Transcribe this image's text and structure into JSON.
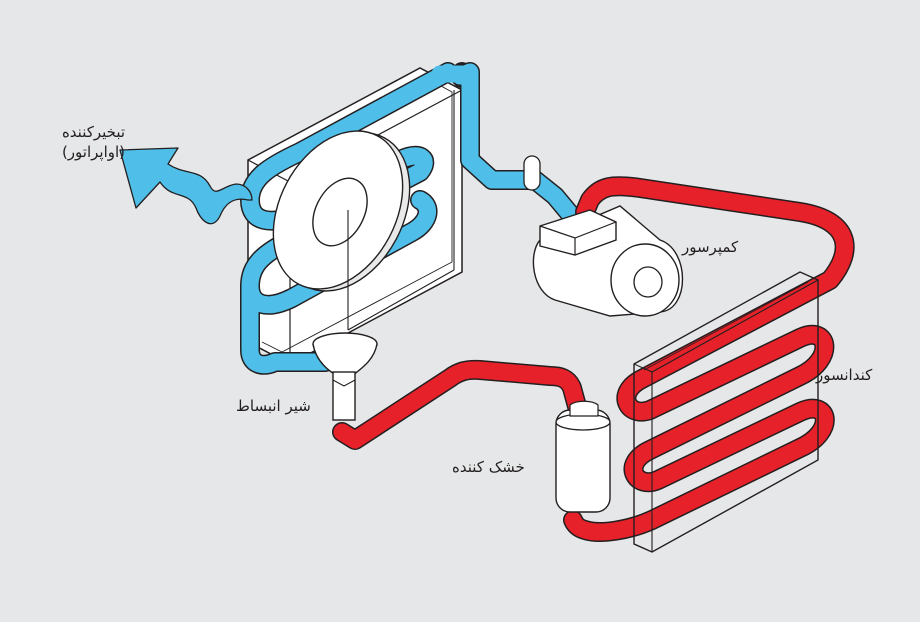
{
  "labels": {
    "evaporator": "تبخیرکننده",
    "evaporator_alt": "(اواپراتور)",
    "compressor": "کمپرسور",
    "condenser": "کندانسور",
    "expansion_valve": "شیر انبساط",
    "dryer": "خشک کننده"
  },
  "colors": {
    "background": "#e6e7e8",
    "cold_line": "#4fbfe9",
    "hot_line": "#e62129",
    "outline": "#231f20",
    "component_fill": "#ffffff"
  }
}
